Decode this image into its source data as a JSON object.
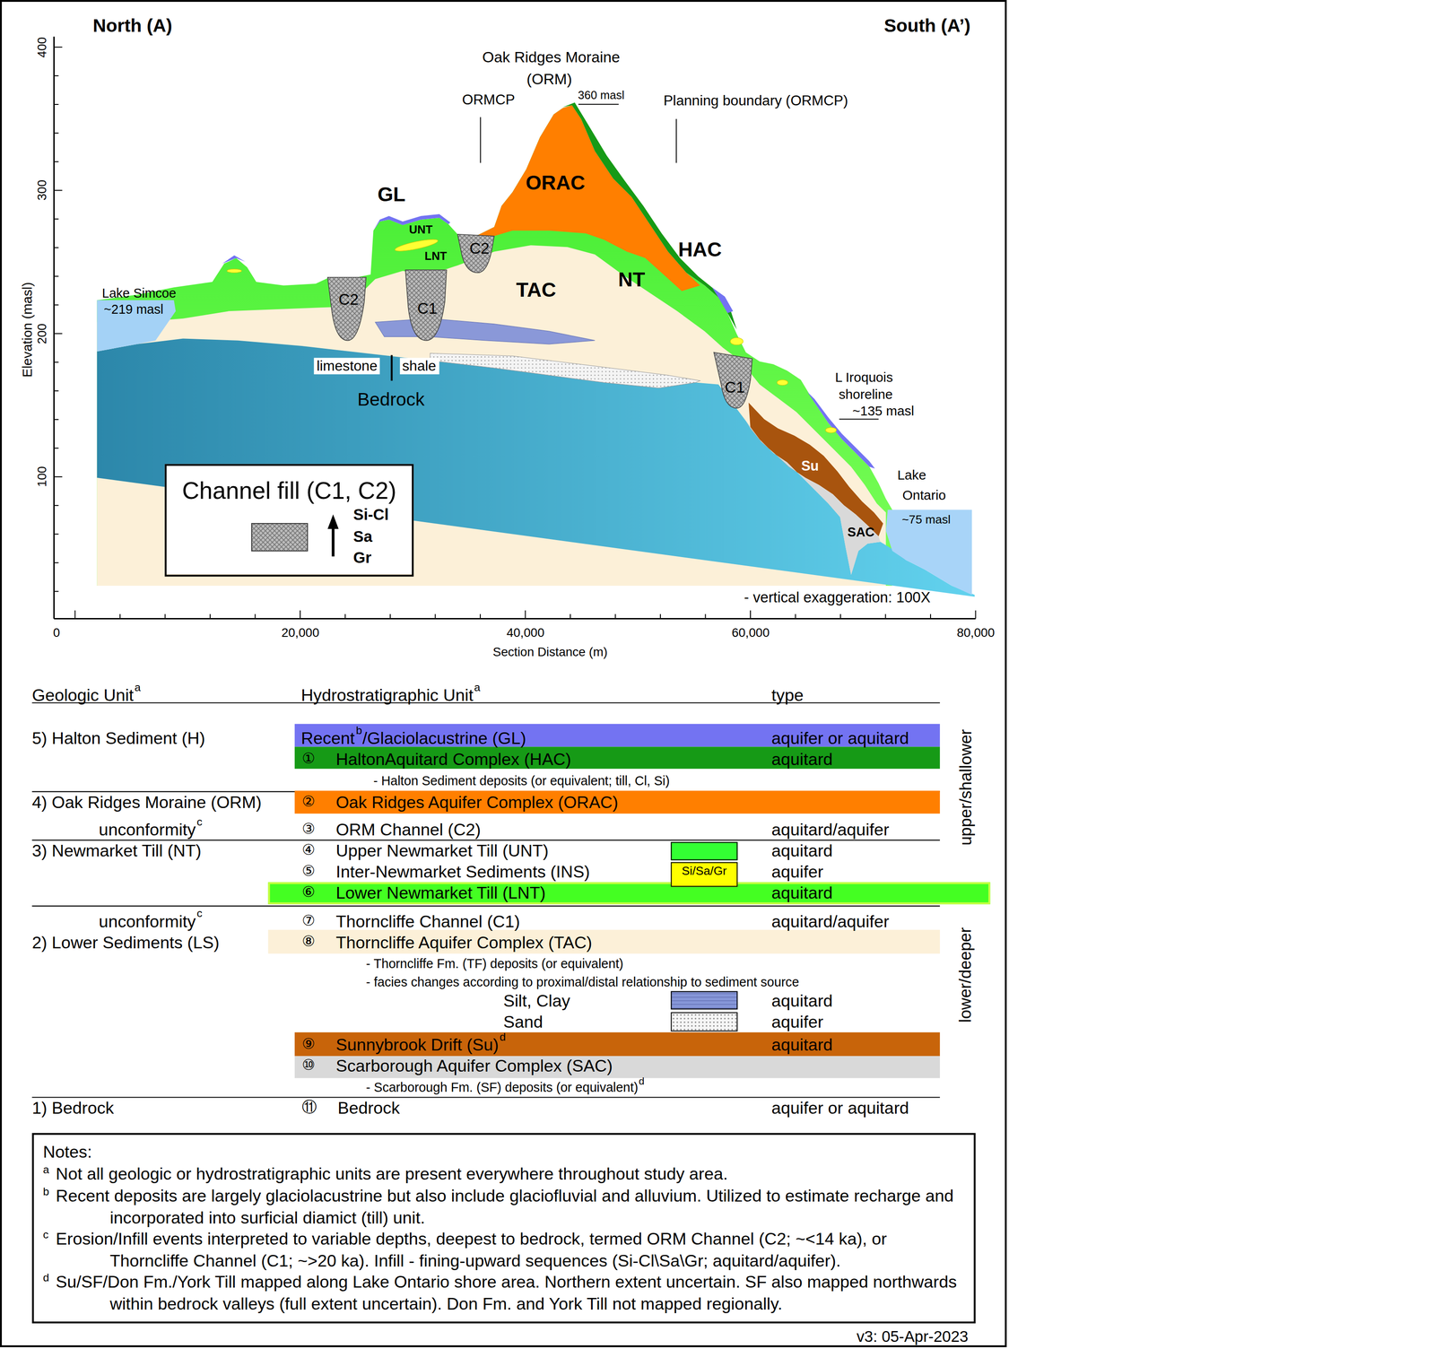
{
  "diagram": {
    "nodes": [
      {
        "text": [
          "Channel fill (C1, C2)",
          "Si-Cl",
          "Sa",
          "Gr"
        ]
      },
      {
        "text": [
          "Si/Sa/Gr"
        ]
      },
      {
        "text": [
          "Notes:",
          "a",
          "Not all geologic or hydrostratigraphic units are present everywhere throughout study area.",
          "b",
          "Recent deposits are largely glaciolacustrine but also include glaciofluvial and alluvium. Utilized to estimate recharge and incorporated into surficial diamict (till) unit.",
          "c",
          "Erosion/Infill events interpreted to variable depths, deepest to bedrock, termed ORM Channel (C2; ~<14 ka), or Thorncliffe Channel (C1; ~>20 ka). Infill - fining-upward sequences (Si-Cl\\Sa\\Gr; aquitard/aquifer).",
          "d",
          "Su/SF/Don Fm./York Till mapped along Lake Ontario shore area. Northern extent uncertain. SF also mapped northwards within bedrock valleys (full extent uncertain). Don Fm. and York Till not mapped regionally."
        ]
      }
    ],
    "labels": [
      "North (A)",
      "South (A’)",
      "Oak Ridges Moraine",
      "(ORM)",
      "ORMCP",
      "360 masl",
      "Planning boundary (ORMCP)",
      "GL",
      "UNT",
      "LNT",
      "C2",
      "ORAC",
      "HAC",
      "TAC",
      "NT",
      "C2",
      "C1",
      "Lake Simcoe",
      "~219 masl",
      "limestone",
      "shale",
      "Bedrock",
      "C1",
      "L Iroquois",
      "shoreline",
      "~135 masl",
      "Lake",
      "Ontario",
      "~75 masl",
      "Su",
      "SAC",
      "- vertical exaggeration: 100X",
      "400",
      "300",
      "200",
      "100",
      "Elevation (masl)",
      "0",
      "20,000",
      "40,000",
      "60,000",
      "80,000",
      "Section Distance (m)",
      "Geologic Unit",
      "a",
      "Hydrostratigraphic Unit",
      "a",
      "type",
      "5) Halton Sediment (H)",
      "b",
      "/Glaciolacustrine (GL)",
      "aquifer or aquitard",
      "①",
      "aquitard",
      "- Halton Sediment deposits (or equivalent; till, Cl, Si)",
      "4) Oak Ridges Moraine (ORM)",
      "②",
      "unconformity",
      "c",
      "③",
      "ORM Channel (C2)",
      "aquitard/aquifer",
      "3) Newmarket Till (NT)",
      "④",
      "aquitard",
      "⑤",
      "Inter-Newmarket Sediments (INS)",
      "aquifer",
      "⑥",
      "aquitard",
      "unconformity",
      "c",
      "⑦",
      "Thorncliffe Channel (C1)",
      "aquitard/aquifer",
      "2) Lower Sediments (LS)",
      "⑧",
      "- Thorncliffe Fm. (TF) deposits (or equivalent)",
      "- facies changes according to proximal/distal relationship to sediment source",
      "aquitard",
      "aquifer",
      "⑨",
      "d",
      "aquitard",
      "⑩",
      "- Scarborough Fm. (SF) deposits (or equivalent)",
      "d",
      "1) Bedrock",
      "⑪",
      "Bedrock",
      "aquifer or aquitard",
      "upper/shallower",
      "lower/deeper",
      "v3: 05-Apr-2023"
    ],
    "legend": [
      {
        "text": "Recent",
        "color": "#7373f2"
      },
      {
        "text": "HaltonAquitard Complex (HAC)",
        "color": "#169a16"
      },
      {
        "text": "Oak Ridges Aquifer Complex (ORAC)",
        "color": "#ff7f00"
      },
      {
        "text": "Upper Newmarket Till (UNT)",
        "color": "#33ff33"
      },
      {
        "text": "Lower Newmarket Till (LNT)",
        "color": "#44ff22"
      },
      {
        "text": "Thorncliffe Aquifer Complex (TAC)",
        "color": "#fcf0d8"
      },
      {
        "text": "Silt, Clay",
        "color": "#8696d8"
      },
      {
        "text": "Sand"
      },
      {
        "text": "Sunnybrook Drift (Su)",
        "color": "#c8640a"
      },
      {
        "text": "Scarborough Aquifer Complex (SAC)",
        "color": "#d9d9d9"
      }
    ]
  }
}
